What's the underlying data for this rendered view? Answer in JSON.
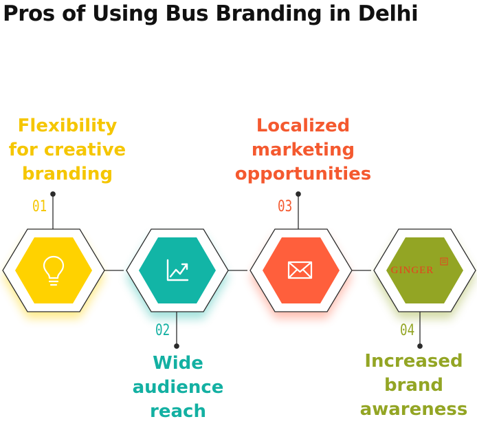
{
  "title": "Pros of Using Bus Branding in Delhi",
  "colors": {
    "yellow": "#FFD200",
    "teal": "#12B5A6",
    "orange": "#FF5F3C",
    "olive": "#93A524",
    "outline": "#2b2b2b",
    "title": "#111111"
  },
  "steps": [
    {
      "number": "01",
      "lines": [
        "Flexibility",
        "for creative",
        "branding"
      ],
      "color": "#FFD200",
      "label_color": "#F5C600",
      "icon": "lightbulb-icon"
    },
    {
      "number": "02",
      "lines": [
        "Wide",
        "audience",
        "reach"
      ],
      "color": "#12B5A6",
      "label_color": "#13B0A2",
      "icon": "chart-growth-icon"
    },
    {
      "number": "03",
      "lines": [
        "Localized",
        "marketing",
        "opportunities"
      ],
      "color": "#FF5F3C",
      "label_color": "#F4592F",
      "icon": "envelope-icon"
    },
    {
      "number": "04",
      "lines": [
        "Increased",
        "brand",
        "awareness"
      ],
      "color": "#93A524",
      "label_color": "#93A524",
      "icon": "ginger-logo"
    }
  ],
  "logo": {
    "text": "GINGER"
  }
}
